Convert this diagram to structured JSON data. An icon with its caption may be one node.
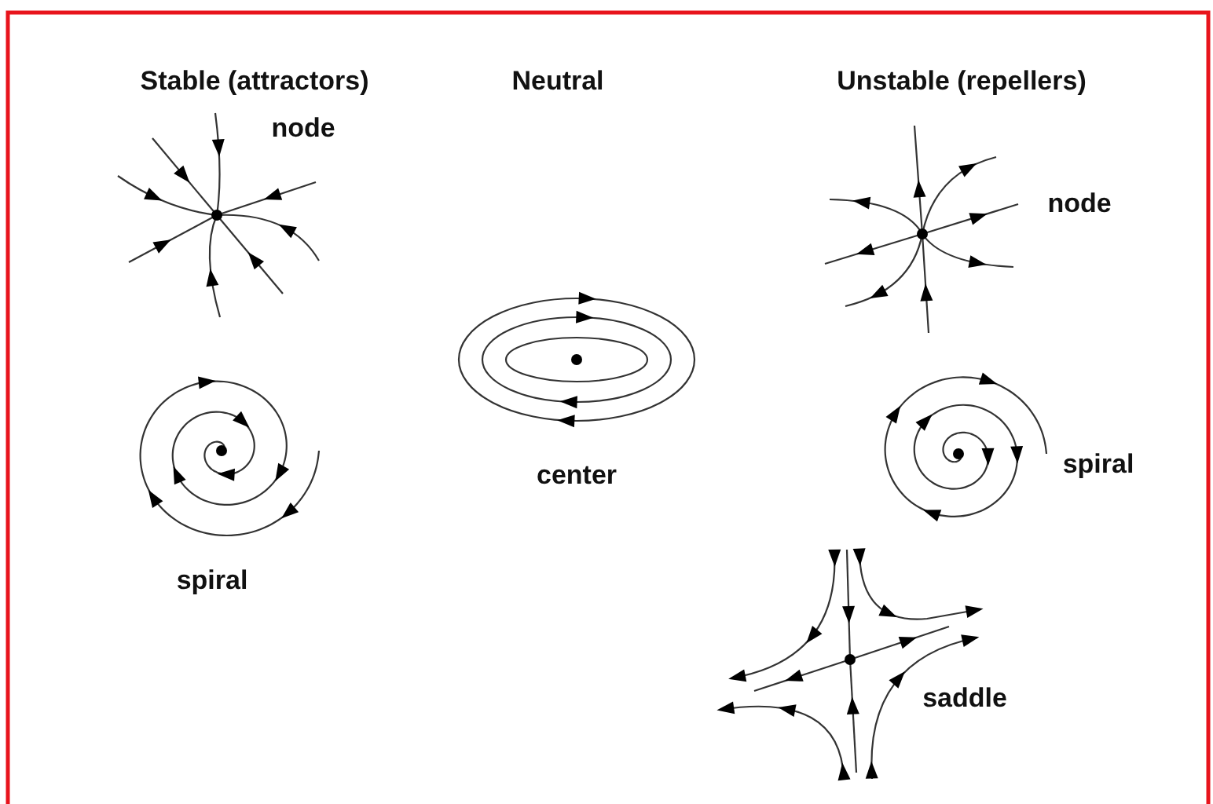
{
  "diagram": {
    "labels": [
      "Stable (attractors)",
      "Neutral",
      "Unstable (repellers)",
      "node",
      "node",
      "center",
      "spiral",
      "spiral",
      "saddle"
    ]
  }
}
